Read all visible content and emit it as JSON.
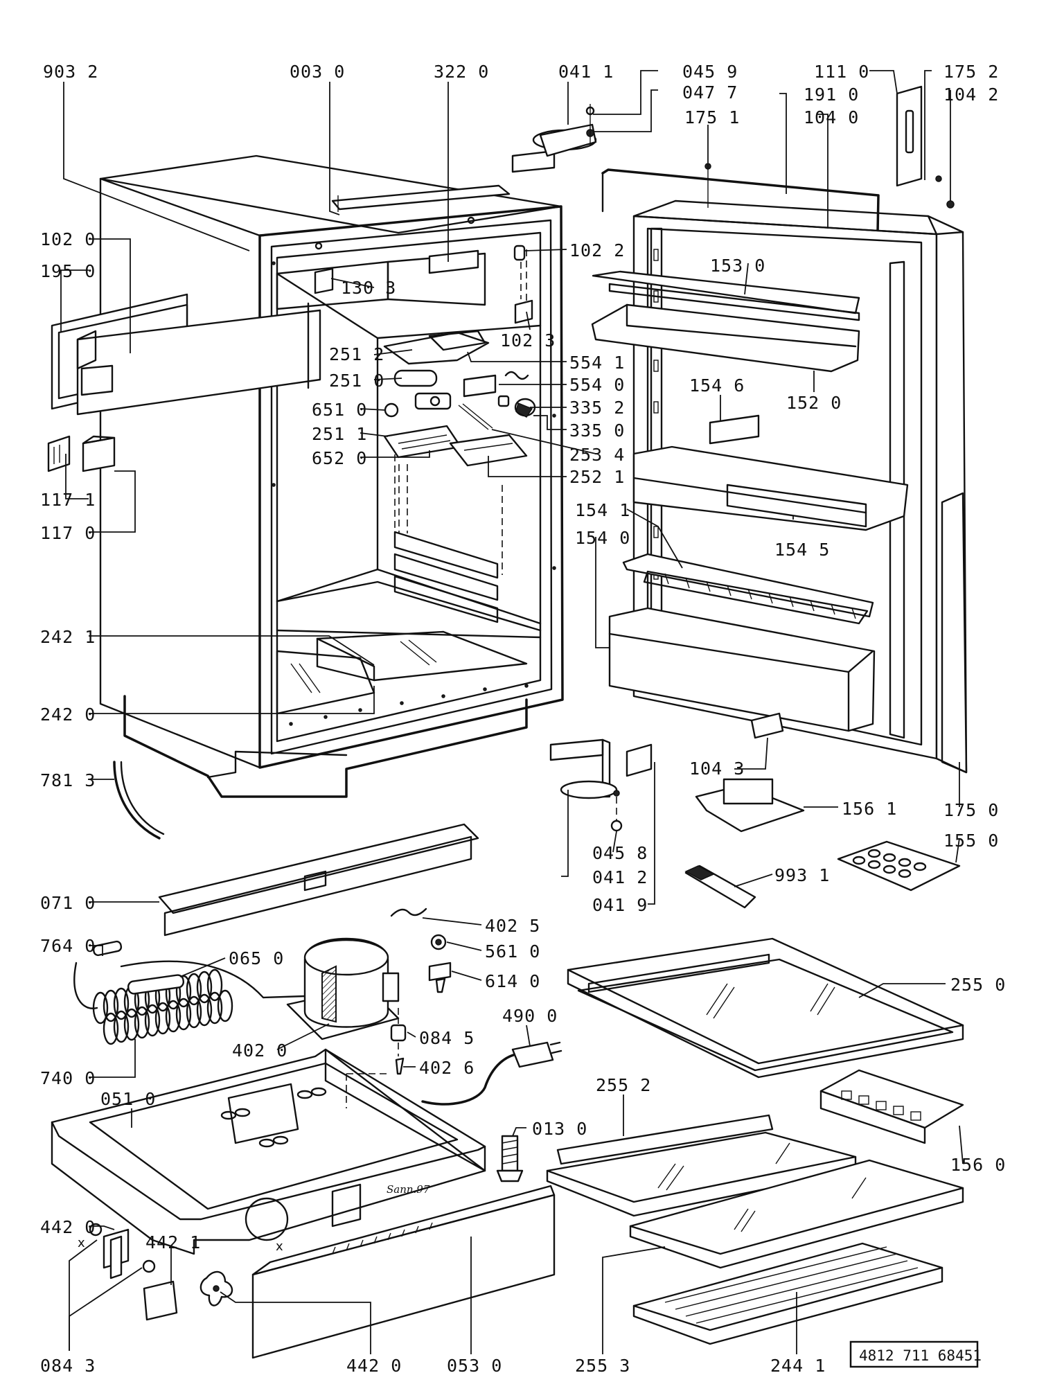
{
  "labels": {
    "903_2": "903 2",
    "003_0": "003 0",
    "322_0": "322 0",
    "041_1": "041 1",
    "045_9": "045 9",
    "047_7": "047 7",
    "175_1": "175 1",
    "191_0": "191 0",
    "104_0": "104 0",
    "111_0": "111 0",
    "175_2": "175 2",
    "104_2": "104 2",
    "102_0": "102 0",
    "195_0": "195 0",
    "102_2": "102 2",
    "130_3": "130 3",
    "153_0": "153 0",
    "102_3": "102 3",
    "251_2": "251 2",
    "554_1": "554 1",
    "251_0": "251 0",
    "554_0": "554 0",
    "152_0": "152 0",
    "651_0": "651 0",
    "335_2": "335 2",
    "154_6": "154 6",
    "251_1": "251 1",
    "335_0": "335 0",
    "652_0": "652 0",
    "253_4": "253 4",
    "117_1": "117 1",
    "252_1": "252 1",
    "117_0": "117 0",
    "154_1": "154 1",
    "154_0": "154 0",
    "154_5": "154 5",
    "242_1": "242 1",
    "242_0": "242 0",
    "104_3": "104 3",
    "781_3": "781 3",
    "175_0": "175 0",
    "156_1": "156 1",
    "045_8": "045 8",
    "155_0": "155 0",
    "041_2": "041 2",
    "993_1": "993 1",
    "071_0": "071 0",
    "041_9": "041 9",
    "402_5": "402 5",
    "764_0": "764 0",
    "561_0": "561 0",
    "065_0": "065 0",
    "614_0": "614 0",
    "255_0": "255 0",
    "490_0": "490 0",
    "084_5": "084 5",
    "402_0": "402 0",
    "402_6": "402 6",
    "740_0": "740 0",
    "255_2": "255 2",
    "051_0": "051 0",
    "013_0": "013 0",
    "156_0": "156 0",
    "442_0_top": "442 0",
    "442_1": "442 1",
    "084_3": "084 3",
    "442_0_bottom": "442 0",
    "053_0": "053 0",
    "255_3": "255 3",
    "244_1": "244 1"
  },
  "annotations": {
    "sign": "Sann.97",
    "x_mark": "x"
  },
  "doc_number": "4812 711 68451",
  "colors": {
    "ink": "#111111",
    "paper": "#ffffff"
  }
}
